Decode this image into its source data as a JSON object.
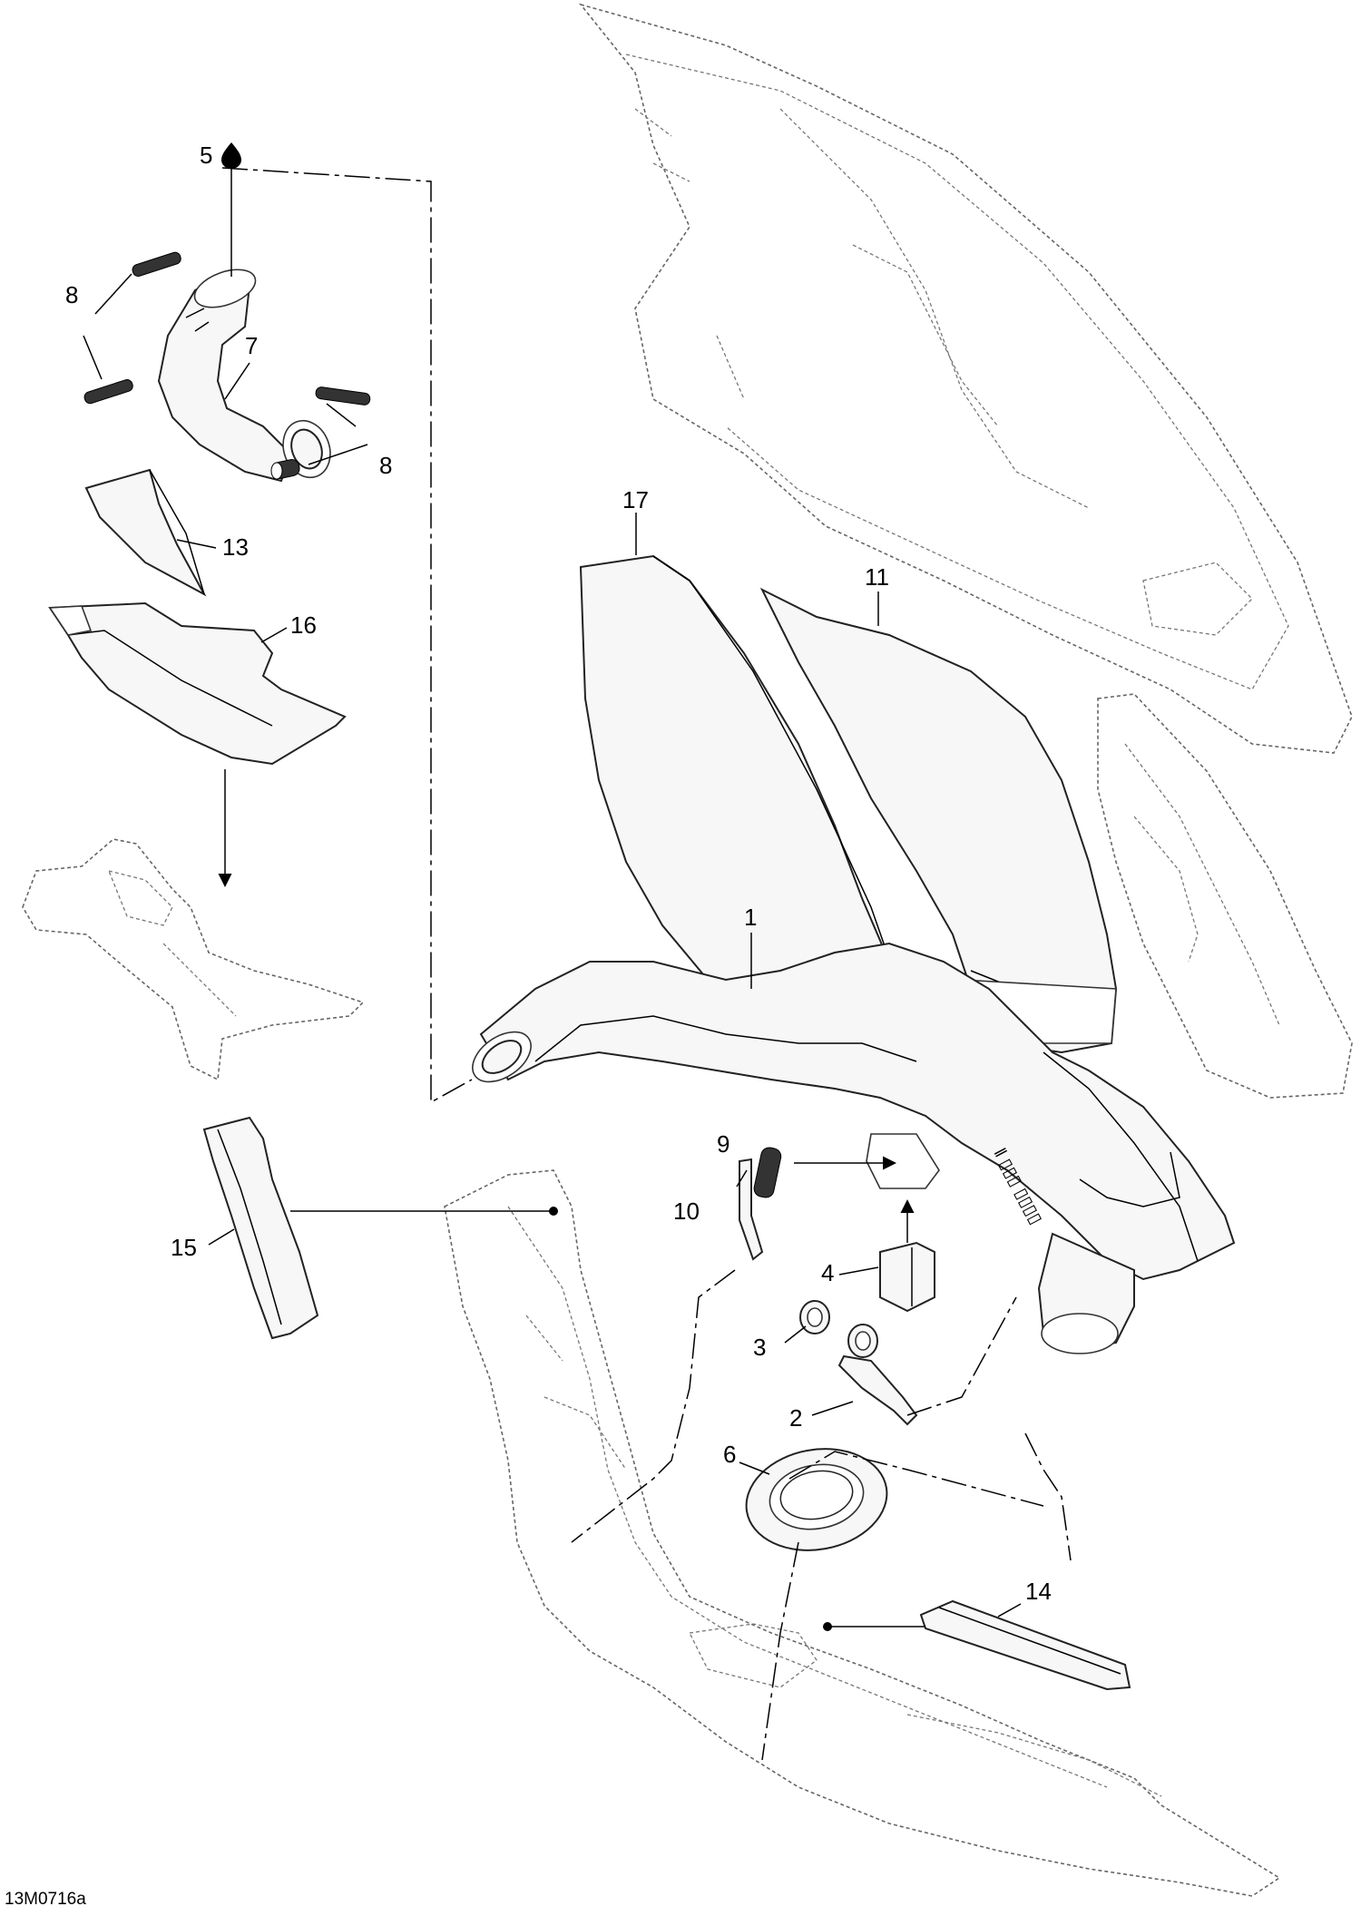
{
  "diagram_code": "13M0716a",
  "callouts": {
    "p1": "1",
    "p2": "2",
    "p3": "3",
    "p4": "4",
    "p5": "5",
    "p6": "6",
    "p7": "7",
    "p8a": "8",
    "p8b": "8",
    "p9": "9",
    "p10": "10",
    "p11": "11",
    "p13": "13",
    "p14": "14",
    "p15": "15",
    "p16": "16",
    "p17": "17"
  },
  "icons": {
    "lubricant": "oil-drop-icon",
    "direction": "arrow-icon"
  }
}
